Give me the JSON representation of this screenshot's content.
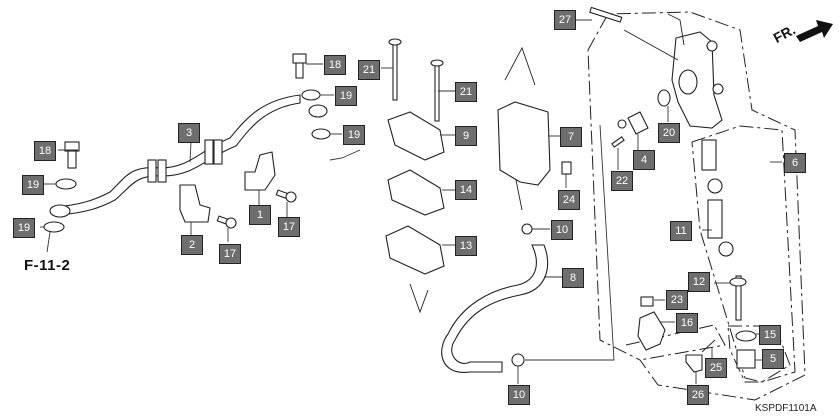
{
  "diagram": {
    "title": "Rear brake master cylinder parts diagram",
    "reference_label": "F-11-2",
    "diagram_code": "KSPDF1101A",
    "front_indicator": "FR.",
    "callout_color": "#6e6e6e",
    "callouts": [
      {
        "id": "c1",
        "label": "1"
      },
      {
        "id": "c2",
        "label": "2"
      },
      {
        "id": "c3",
        "label": "3"
      },
      {
        "id": "c4",
        "label": "4"
      },
      {
        "id": "c5",
        "label": "5"
      },
      {
        "id": "c6",
        "label": "6"
      },
      {
        "id": "c7",
        "label": "7"
      },
      {
        "id": "c8",
        "label": "8"
      },
      {
        "id": "c9",
        "label": "9"
      },
      {
        "id": "c10a",
        "label": "10"
      },
      {
        "id": "c10b",
        "label": "10"
      },
      {
        "id": "c11",
        "label": "11"
      },
      {
        "id": "c12",
        "label": "12"
      },
      {
        "id": "c13",
        "label": "13"
      },
      {
        "id": "c14",
        "label": "14"
      },
      {
        "id": "c15",
        "label": "15"
      },
      {
        "id": "c16",
        "label": "16"
      },
      {
        "id": "c17a",
        "label": "17"
      },
      {
        "id": "c17b",
        "label": "17"
      },
      {
        "id": "c18a",
        "label": "18"
      },
      {
        "id": "c18b",
        "label": "18"
      },
      {
        "id": "c19a",
        "label": "19"
      },
      {
        "id": "c19b",
        "label": "19"
      },
      {
        "id": "c19c",
        "label": "19"
      },
      {
        "id": "c19d",
        "label": "19"
      },
      {
        "id": "c20",
        "label": "20"
      },
      {
        "id": "c21a",
        "label": "21"
      },
      {
        "id": "c21b",
        "label": "21"
      },
      {
        "id": "c22",
        "label": "22"
      },
      {
        "id": "c23",
        "label": "23"
      },
      {
        "id": "c24",
        "label": "24"
      },
      {
        "id": "c25",
        "label": "25"
      },
      {
        "id": "c26",
        "label": "26"
      },
      {
        "id": "c27",
        "label": "27"
      }
    ]
  }
}
